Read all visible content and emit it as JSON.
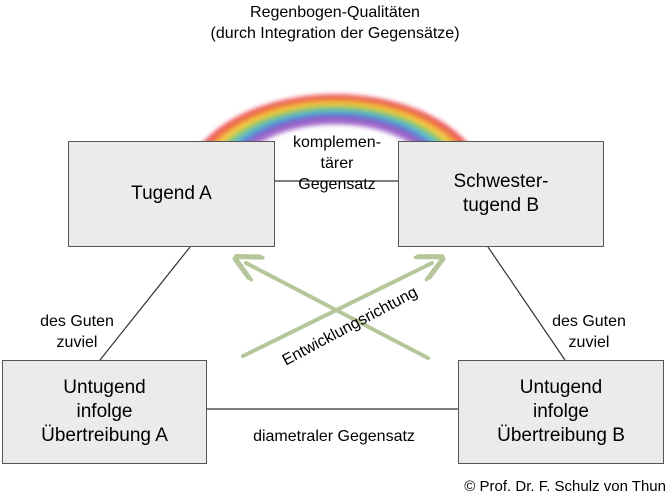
{
  "title": {
    "line1": "Regenbogen-Qualitäten",
    "line2": "(durch Integration der Gegensätze)"
  },
  "boxes": {
    "virtue_a": [
      "Tugend A"
    ],
    "sister_virtue_b": [
      "Schwester-",
      "tugend B"
    ],
    "vice_a": [
      "Untugend",
      "infolge",
      "Übertreibung A"
    ],
    "vice_b": [
      "Untugend",
      "infolge",
      "Übertreibung B"
    ]
  },
  "labels": {
    "complementary": [
      "komplemen-",
      "tärer",
      "Gegensatz"
    ],
    "too_much_left": [
      "des Guten",
      "zuviel"
    ],
    "too_much_right": [
      "des Guten",
      "zuviel"
    ],
    "diametrical": "diametraler Gegensatz",
    "development_direction": "Entwicklungsrichtung"
  },
  "copyright": "© Prof. Dr. F. Schulz von Thun",
  "colors": {
    "box_fill": "#ebebeb",
    "box_border": "#555555",
    "arrow": "#b5c79a",
    "rainbow": [
      "#e8323c",
      "#f08a3a",
      "#f4d23c",
      "#7cc35a",
      "#4fb8d6",
      "#5b6fd1",
      "#9a5bc4"
    ]
  }
}
